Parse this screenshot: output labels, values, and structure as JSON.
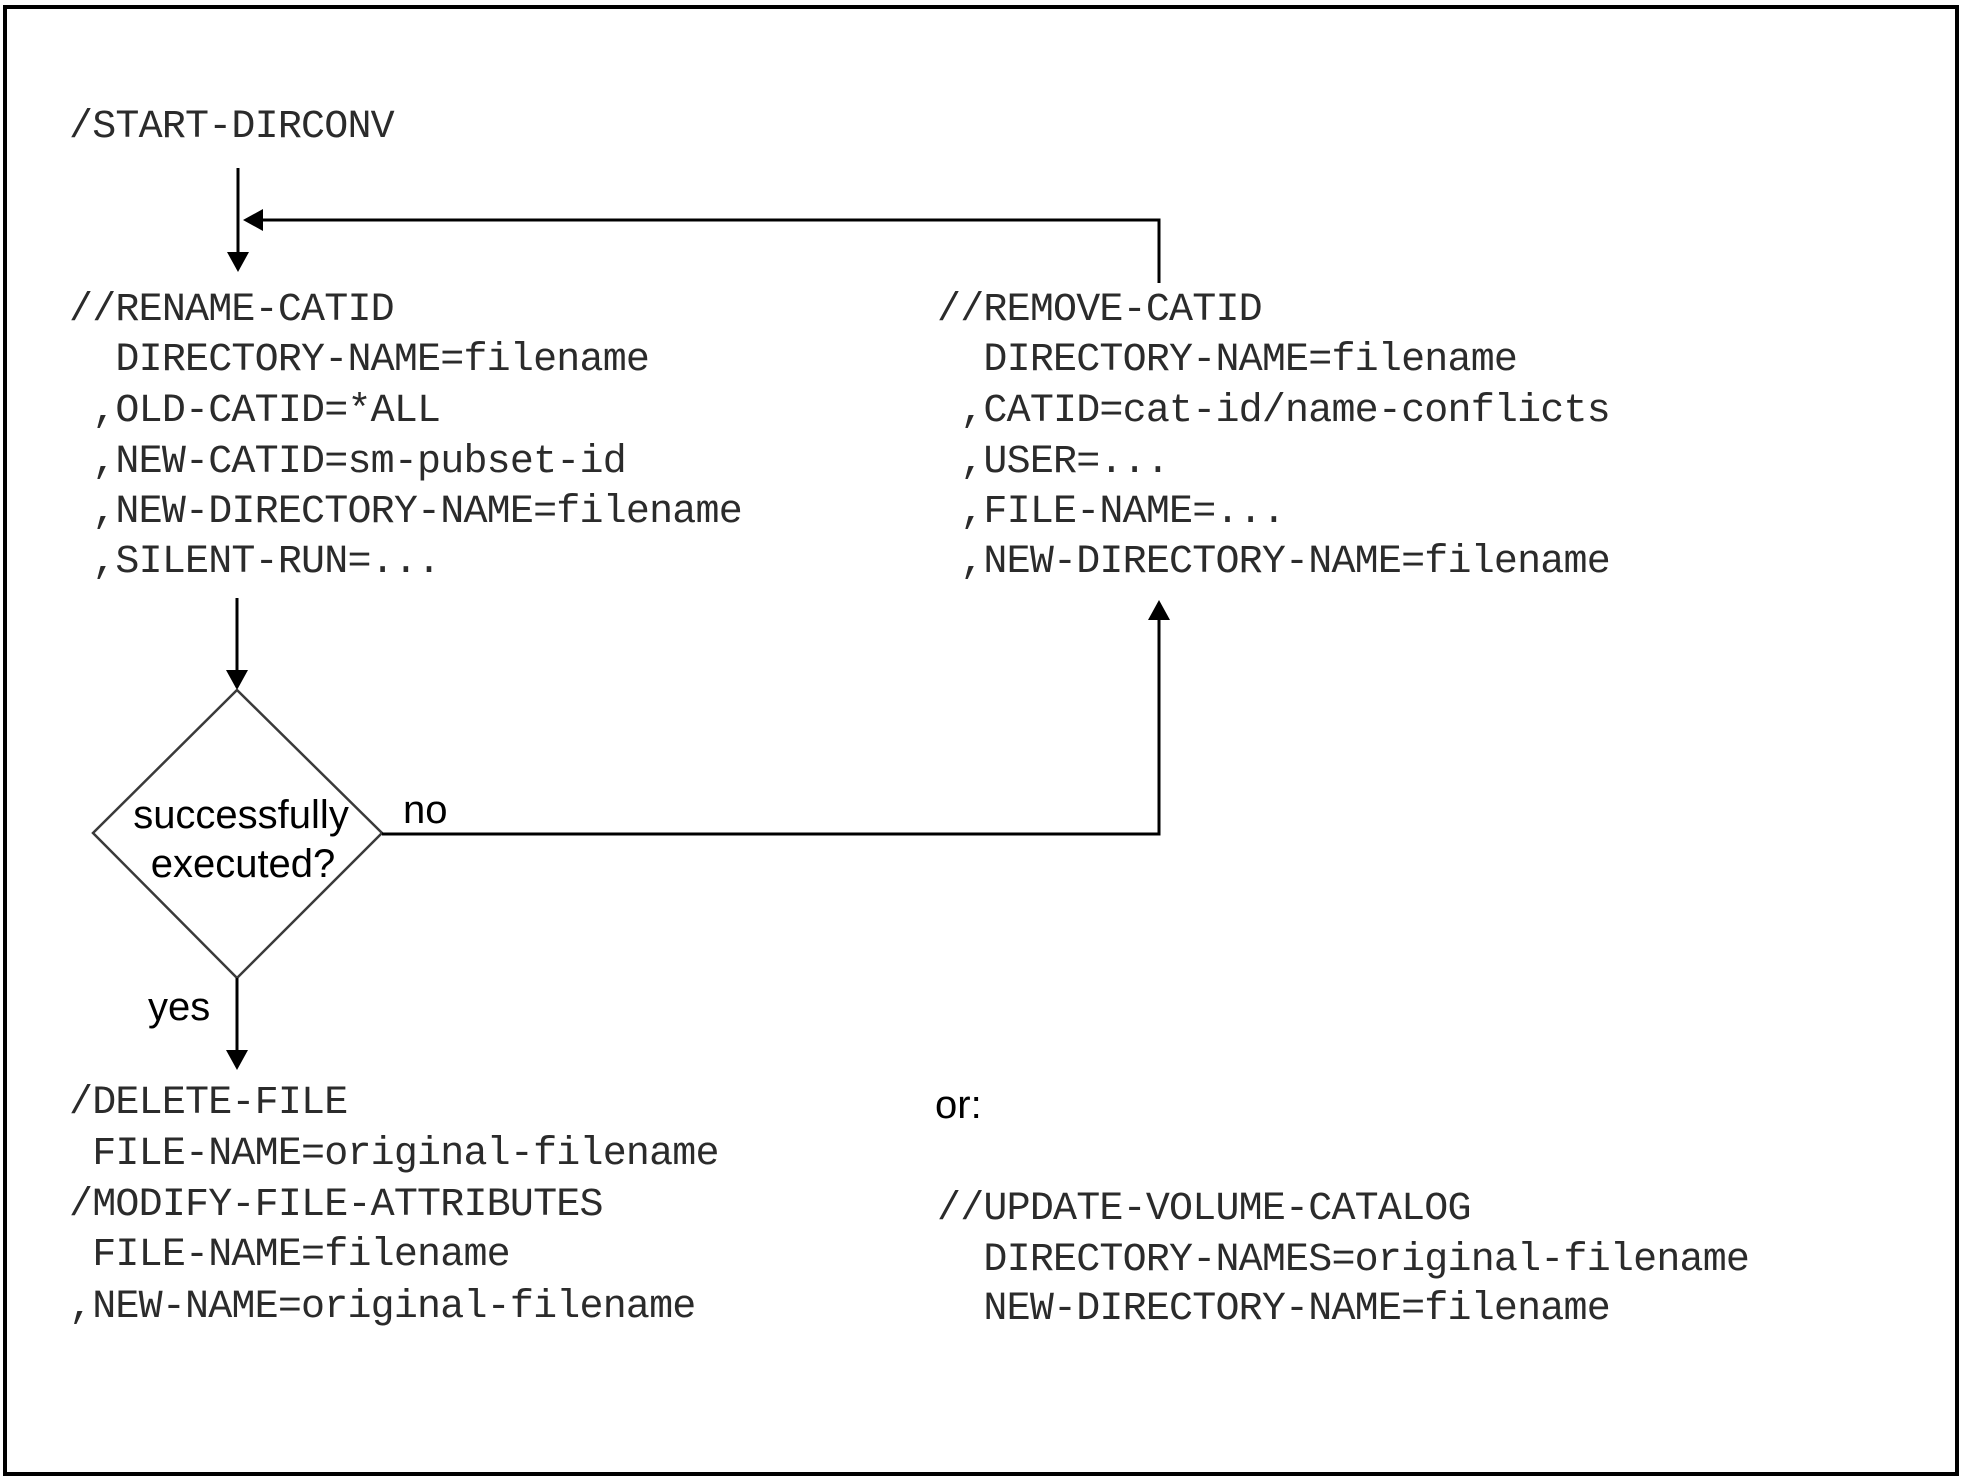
{
  "diagram": {
    "start_command": "/START-DIRCONV",
    "rename_block": {
      "lines": [
        "//RENAME-CATID",
        "  DIRECTORY-NAME=filename",
        " ,OLD-CATID=*ALL",
        " ,NEW-CATID=sm-pubset-id",
        " ,NEW-DIRECTORY-NAME=filename",
        " ,SILENT-RUN=..."
      ]
    },
    "remove_block": {
      "lines": [
        "//REMOVE-CATID",
        "  DIRECTORY-NAME=filename",
        " ,CATID=cat-id/name-conflicts",
        " ,USER=...",
        " ,FILE-NAME=...",
        " ,NEW-DIRECTORY-NAME=filename"
      ]
    },
    "decision": {
      "question_line1": "successfully",
      "question_line2": "executed?",
      "no_label": "no",
      "yes_label": "yes"
    },
    "success_block": {
      "lines": [
        "/DELETE-FILE",
        " FILE-NAME=original-filename",
        "/MODIFY-FILE-ATTRIBUTES",
        " FILE-NAME=filename",
        ",NEW-NAME=original-filename"
      ]
    },
    "alternative_label": "or:",
    "update_block": {
      "lines": [
        "//UPDATE-VOLUME-CATALOG",
        "  DIRECTORY-NAMES=original-filename",
        "  NEW-DIRECTORY-NAME=filename"
      ]
    }
  },
  "colors": {
    "text": "#2b2b2b",
    "lines": "#000000",
    "background": "#ffffff"
  }
}
